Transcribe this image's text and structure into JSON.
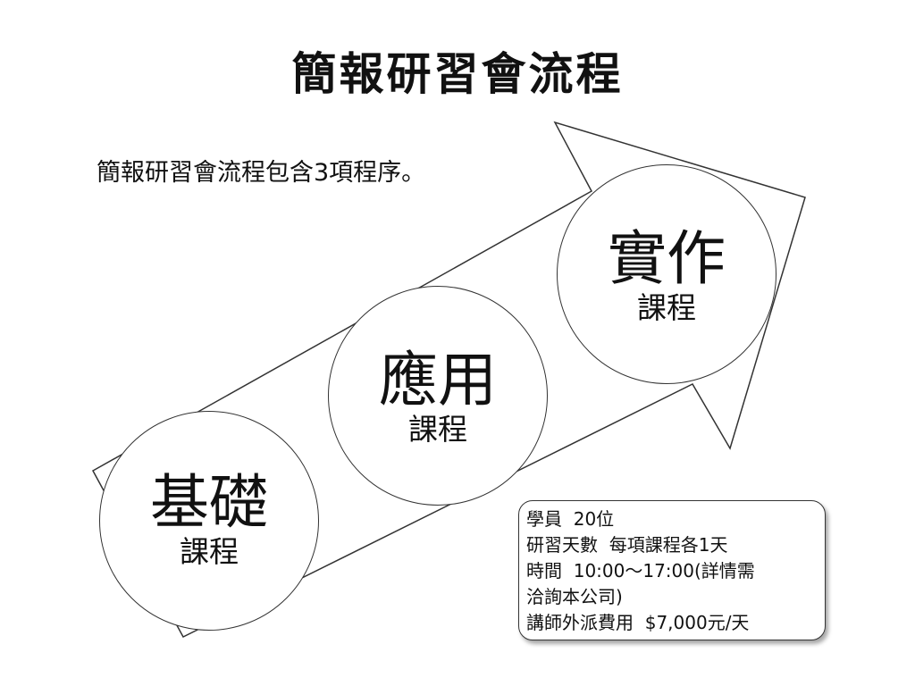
{
  "slide": {
    "title": "簡報研習會流程",
    "subtitle": "簡報研習會流程包含3項程序。"
  },
  "stages": [
    {
      "main": "基礎",
      "sub": "課程"
    },
    {
      "main": "應用",
      "sub": "課程"
    },
    {
      "main": "實作",
      "sub": "課程"
    }
  ],
  "info": {
    "lines": [
      "學員  20位",
      "研習天數  每項課程各1天",
      "時間  10:00～17:00(詳情需",
      "洽詢本公司)",
      "講師外派費用  $7,000元/天"
    ]
  },
  "colors": {
    "stroke": "#333333",
    "text": "#111111",
    "background": "#ffffff"
  }
}
